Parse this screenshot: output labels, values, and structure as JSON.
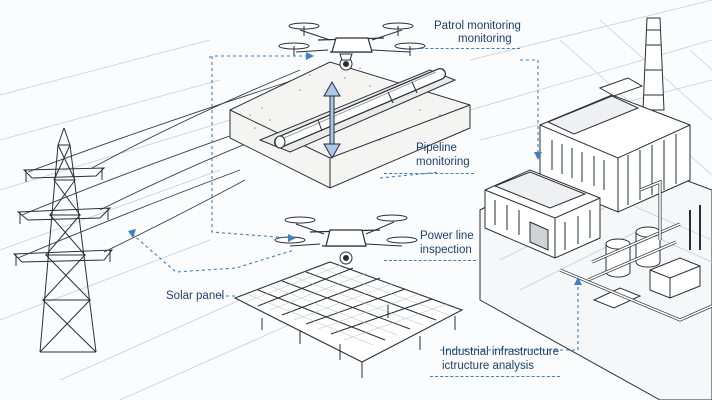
{
  "labels": {
    "patrol_line1": "Patrol monitoring",
    "patrol_line2": "monitoring",
    "pipeline_line1": "Pipeline",
    "pipeline_line2": "monitoring",
    "power_line1": "Power line",
    "power_line2": "inspection",
    "solar": "Solar panel",
    "industrial_line1": "Industrial infrastructure",
    "industrial_line2": "ictructure analysis"
  },
  "colors": {
    "label_text": "#1d3f6e",
    "connector": "#3f7fc4",
    "ink": "#2a2f36",
    "accent_arrow": "#a9c8ea"
  }
}
